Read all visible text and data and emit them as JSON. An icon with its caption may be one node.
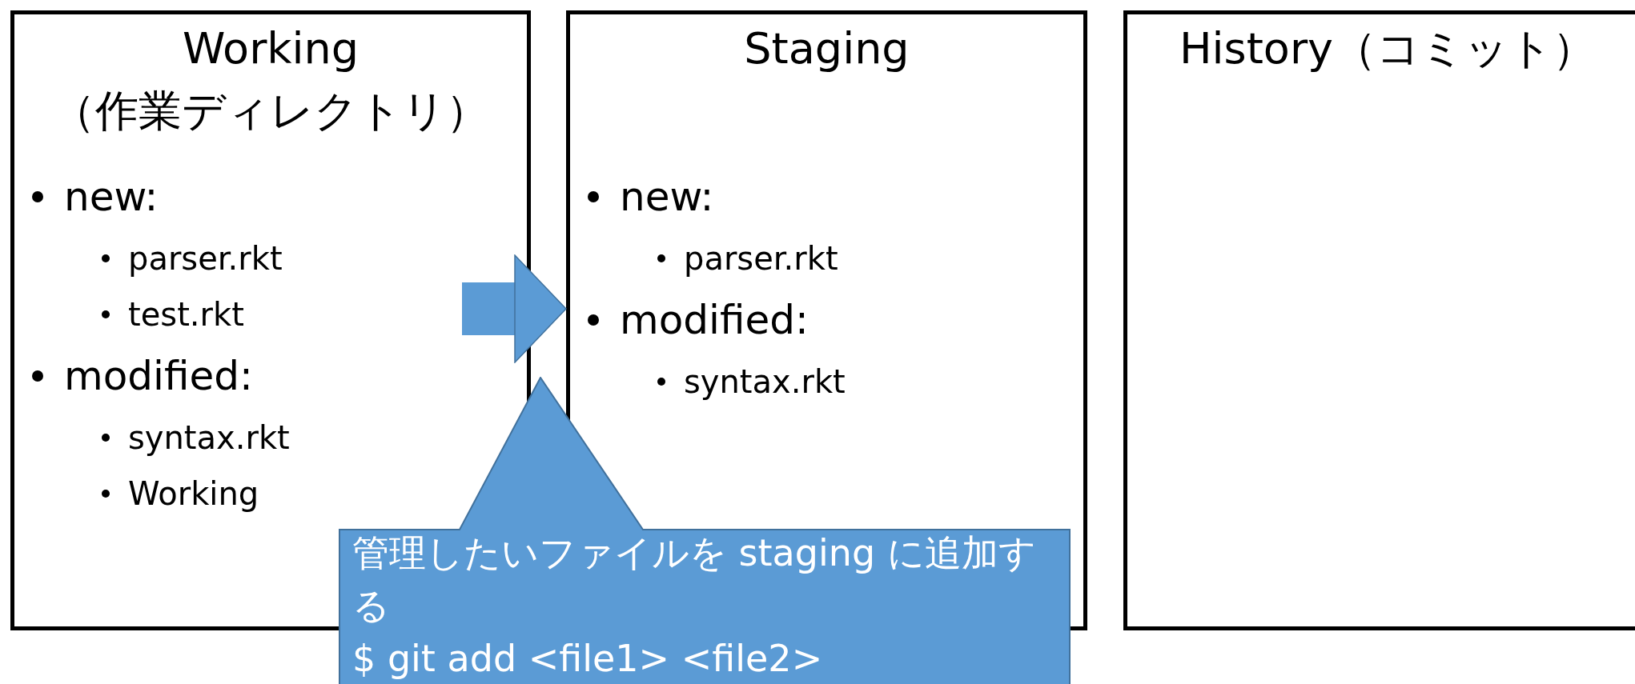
{
  "diagram": {
    "nodes": [
      {
        "text": [
          "Working （作業ディレクトリ）",
          "new:",
          "parser.rkt",
          "test.rkt",
          "modified:",
          "syntax.rkt",
          "Working"
        ]
      },
      {
        "text": [
          "Staging",
          "new:",
          "parser.rkt",
          "modified:",
          "syntax.rkt"
        ]
      },
      {
        "text": [
          "History（コミット）"
        ]
      },
      {
        "text": [
          "管理したいファイルを staging に追加する",
          "$ git add <file1> <file2>"
        ]
      }
    ],
    "edges": [
      {
        "from": 0,
        "to": 1,
        "arrow": "to"
      }
    ]
  }
}
